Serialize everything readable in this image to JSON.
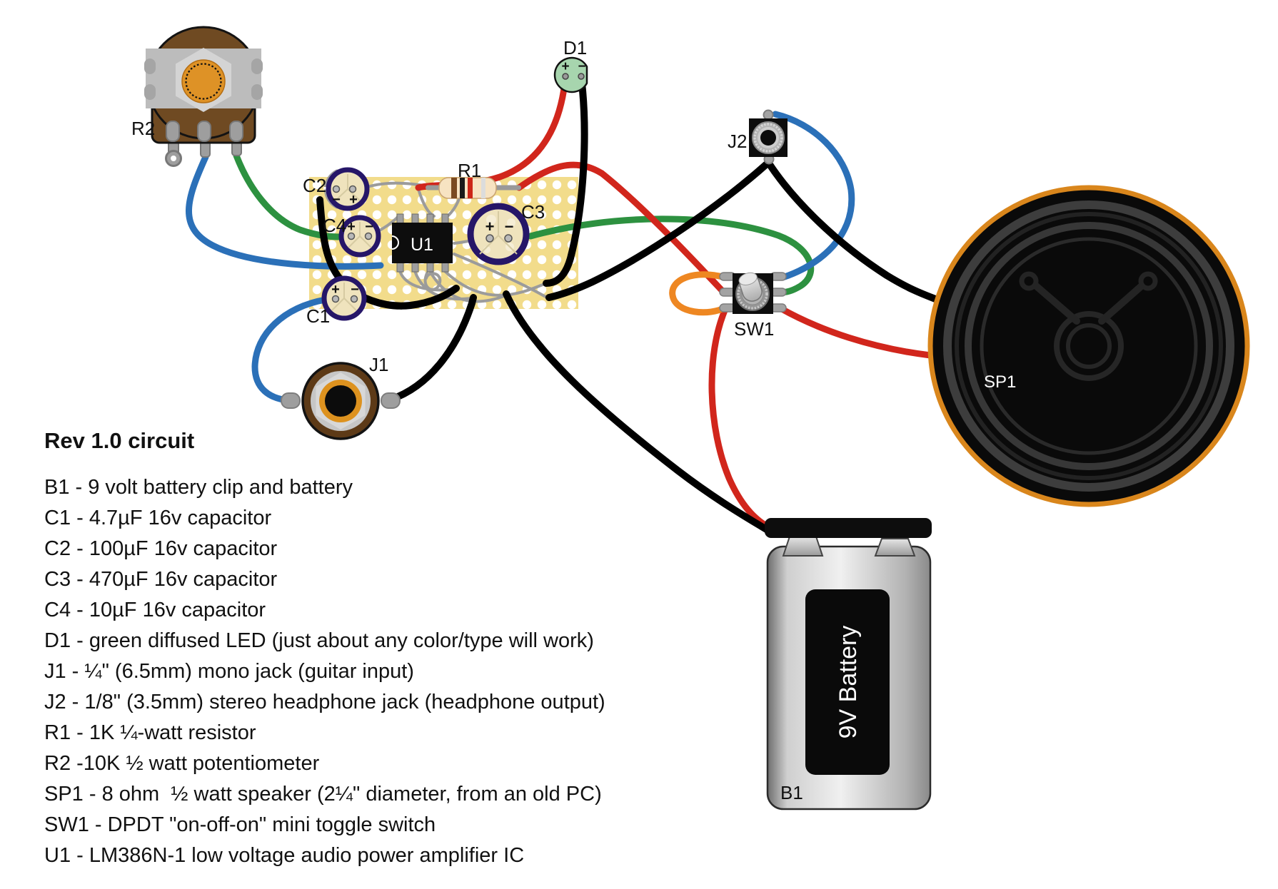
{
  "title": "Rev 1.0 circuit",
  "parts_list": [
    "B1 - 9 volt battery clip and battery",
    "C1 - 4.7µF 16v capacitor",
    "C2 - 100µF 16v capacitor",
    "C3 - 470µF 16v capacitor",
    "C4 - 10µF 16v capacitor",
    "D1 - green diffused LED (just about any color/type will work)",
    "J1 - ¼\" (6.5mm) mono jack (guitar input)",
    "J2 - 1/8\" (3.5mm) stereo headphone jack (headphone output)",
    "R1 - 1K ¼-watt resistor",
    "R2 -10K ½ watt potentiometer",
    "SP1 - 8 ohm  ½ watt speaker (2¼\" diameter, from an old PC)",
    "SW1 - DPDT \"on-off-on\" mini toggle switch",
    "U1 - LM386N-1 low voltage audio power amplifier IC"
  ],
  "component_labels": {
    "r2": "R2",
    "c2": "C2",
    "c4": "C4",
    "c1": "C1",
    "j1": "J1",
    "d1": "D1",
    "r1": "R1",
    "c3": "C3",
    "u1": "U1",
    "j2": "J2",
    "sw1": "SW1",
    "sp1": "SP1",
    "b1": "B1"
  },
  "battery_text": "9V Battery",
  "polarity": {
    "plus": "+",
    "minus": "−"
  },
  "colors": {
    "wire_red": "#d1261c",
    "wire_black": "#000000",
    "wire_blue": "#2b70b8",
    "wire_green": "#2d9140",
    "wire_orange": "#ee8722",
    "lead_gray": "#9b9b9b",
    "board": "#f2dc8b",
    "cap_ring": "#261668",
    "cap_fill": "#efe3bd",
    "pot_body": "#6f4a22",
    "knob_orange": "#de9226",
    "led_green": "#a7d5ae",
    "speaker_rim": "#d9861c",
    "jack_orange": "#dd921f"
  },
  "wires": [
    {
      "id": "r2-wiper-to-board",
      "color": "blue",
      "connects": "R2 middle leg to circuit board"
    },
    {
      "id": "r2-right-to-c4",
      "color": "green",
      "connects": "R2 right leg to C4 +"
    },
    {
      "id": "c1-to-j1",
      "color": "blue",
      "connects": "C1 to J1 tip"
    },
    {
      "id": "c2-ground-jumper",
      "color": "black",
      "connects": "C2 − to board ground"
    },
    {
      "id": "j1-to-board",
      "color": "black",
      "connects": "J1 sleeve to board ground"
    },
    {
      "id": "board-to-battery",
      "color": "black",
      "connects": "board ground to battery clip"
    },
    {
      "id": "d1-anode-to-board",
      "color": "red",
      "connects": "D1 + to board"
    },
    {
      "id": "d1-cathode-to-board",
      "color": "black",
      "connects": "D1 − to board"
    },
    {
      "id": "r1-to-sw1",
      "color": "red",
      "connects": "R1 to SW1 middle-left terminal"
    },
    {
      "id": "j2-to-board",
      "color": "black",
      "connects": "J2 sleeve to board"
    },
    {
      "id": "j2-to-speaker",
      "color": "black",
      "connects": "J2 to SP1"
    },
    {
      "id": "j2-to-sw1",
      "color": "blue",
      "connects": "J2 tip to SW1 top-right terminal"
    },
    {
      "id": "c3-to-sw1",
      "color": "green",
      "connects": "C3 − to SW1 middle-right terminal"
    },
    {
      "id": "sw1-jumper",
      "color": "orange",
      "connects": "SW1 top-left to SW1 bottom-left"
    },
    {
      "id": "sw1-to-battery",
      "color": "red",
      "connects": "SW1 bottom-left to battery clip"
    },
    {
      "id": "sw1-to-speaker",
      "color": "red",
      "connects": "SW1 bottom-right to SP1"
    }
  ]
}
